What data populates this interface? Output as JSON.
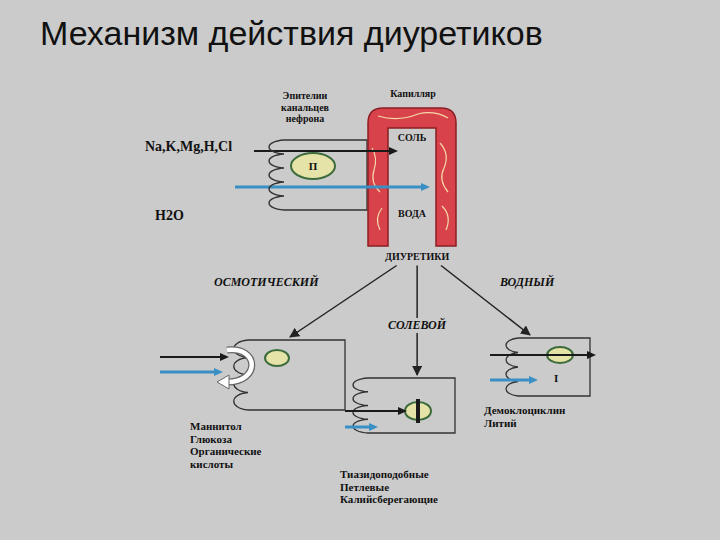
{
  "diagram": {
    "title": "Механизм действия диуретиков",
    "nodes": [
      {
        "text": [
          "Эпителии канальцев нефрона"
        ]
      },
      {
        "text": [
          "П"
        ],
        "in": 0
      },
      {
        "text": [
          "Капилляр",
          "СОЛЬ",
          "ВОДА"
        ]
      },
      {
        "text": [
          "ДИУРЕТИКИ"
        ]
      },
      {
        "text": [
          "Маннитол Глюкоза Органические кислоты"
        ]
      },
      {
        "text": [
          "Тиазидоподобные Петлевые Калийсберегающие"
        ]
      },
      {
        "text": [
          "Демоклоциклин Литий"
        ]
      }
    ],
    "edges": [
      {
        "from": 3,
        "to": 4,
        "label": "ОСМОТИЧЕСКИЙ",
        "arrow": "to"
      },
      {
        "from": 3,
        "to": 5,
        "label": "СОЛЕВОЙ",
        "arrow": "to"
      },
      {
        "from": 3,
        "to": 6,
        "label": "ВОДНЫЙ",
        "arrow": "to"
      }
    ],
    "labels": [
      "Na,K,Mg,H,Cl",
      "H2O",
      "I"
    ]
  }
}
